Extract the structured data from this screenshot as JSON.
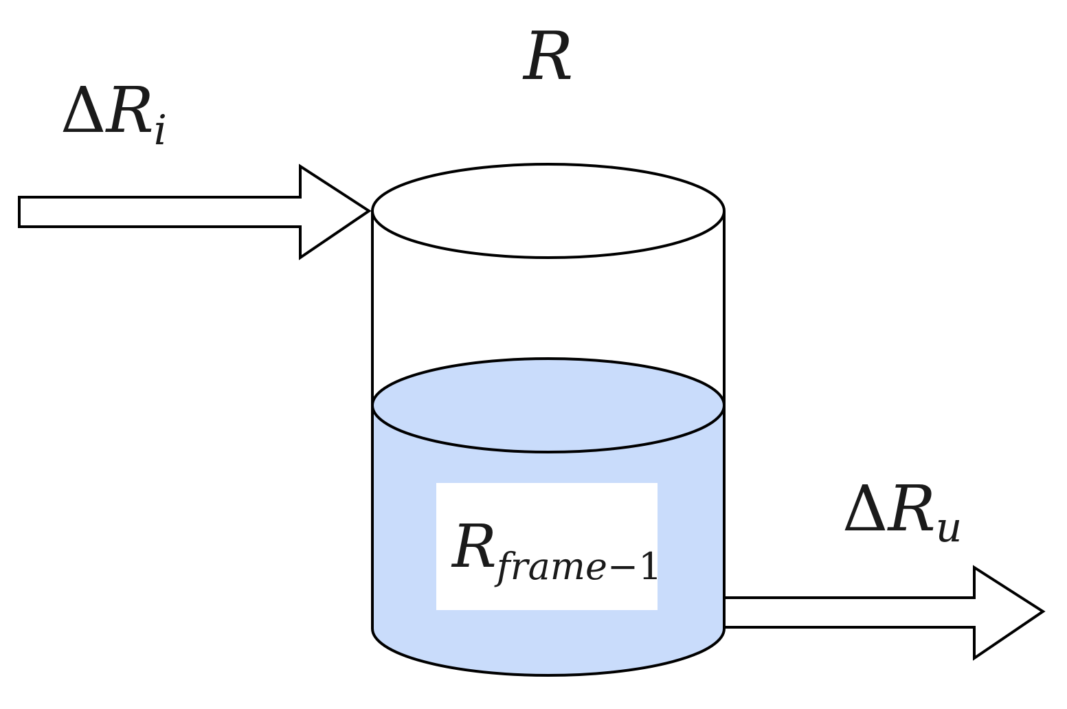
{
  "labels": {
    "top_symbol": "R",
    "inflow": {
      "delta": "Δ",
      "symbol": "R",
      "subscript": "i"
    },
    "outflow": {
      "delta": "Δ",
      "symbol": "R",
      "subscript": "u"
    },
    "stored": {
      "symbol": "R",
      "subscript_var": "frame",
      "subscript_op": "−1"
    }
  },
  "colors": {
    "stroke": "#000000",
    "fill_level": "#c9dcfb",
    "background": "#ffffff"
  }
}
